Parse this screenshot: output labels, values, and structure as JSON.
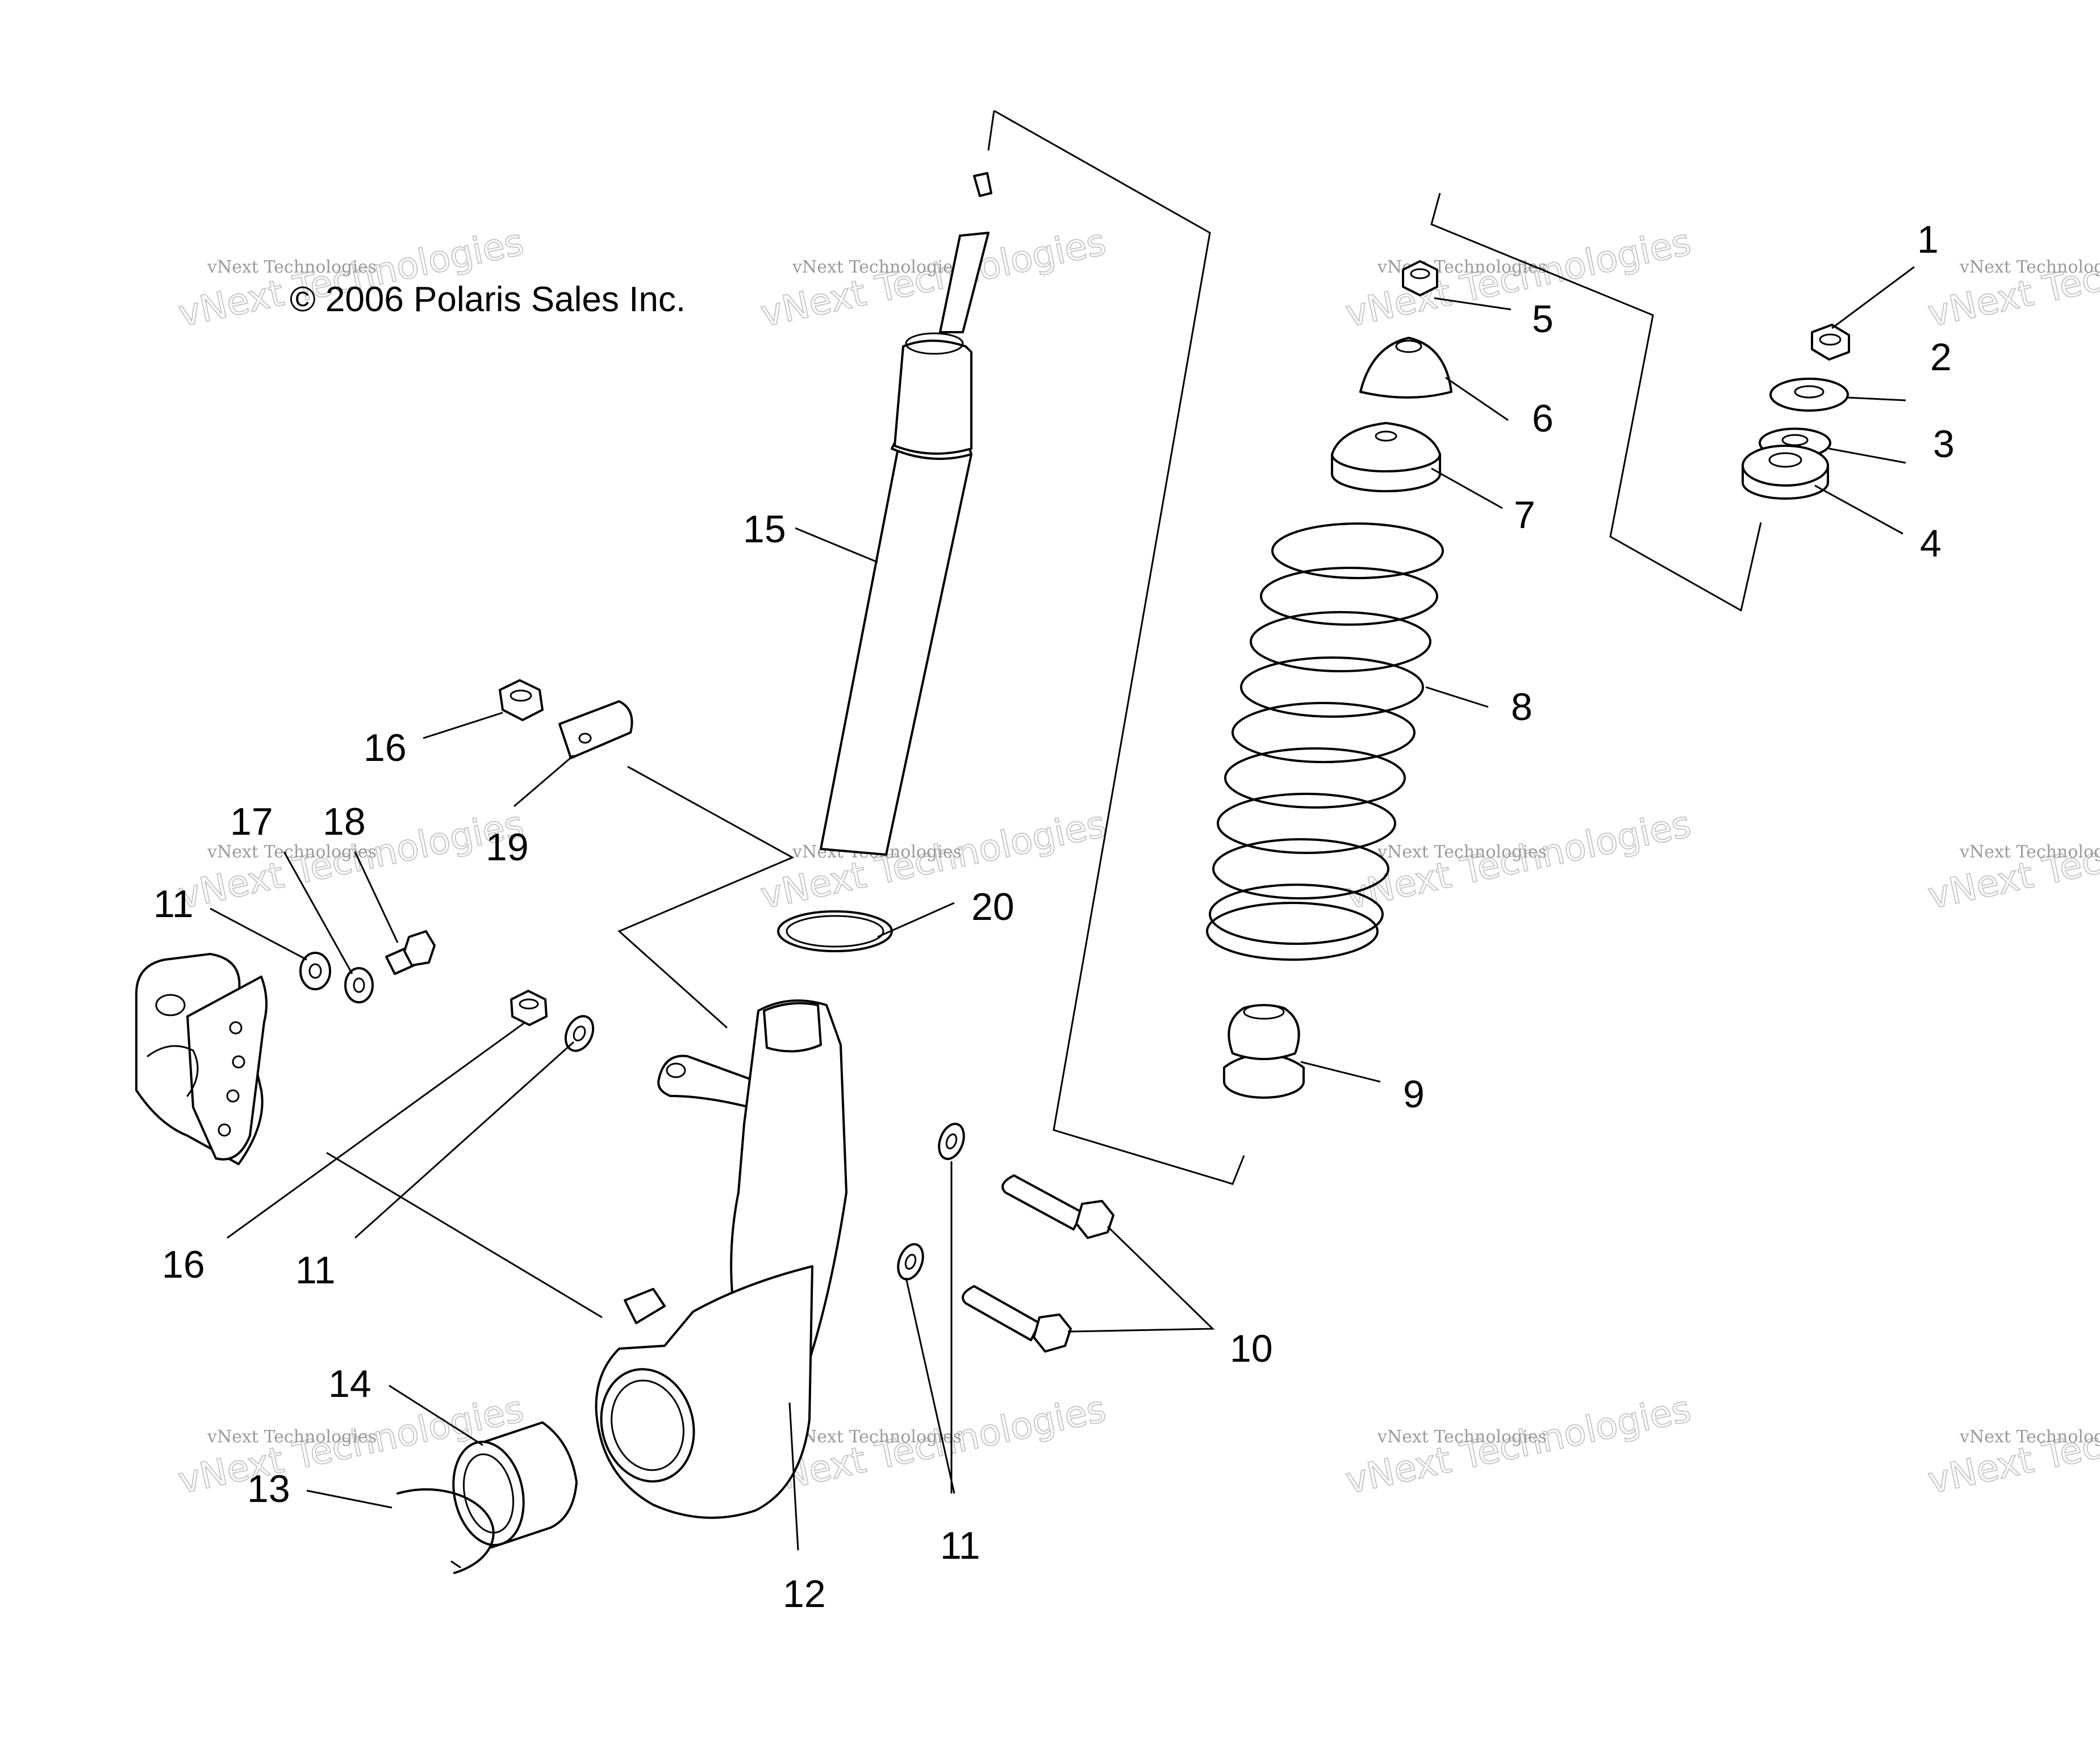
{
  "copyright": "© 2006 Polaris Sales Inc.",
  "watermark": {
    "small": "vNext Technologies",
    "big": "vNext Technologies"
  },
  "callouts": {
    "c1": "1",
    "c2": "2",
    "c3": "3",
    "c4": "4",
    "c5": "5",
    "c6": "6",
    "c7": "7",
    "c8": "8",
    "c9": "9",
    "c10": "10",
    "c11a": "11",
    "c11b": "11",
    "c11c": "11",
    "c12": "12",
    "c13": "13",
    "c14": "14",
    "c15": "15",
    "c16a": "16",
    "c16b": "16",
    "c17": "17",
    "c18": "18",
    "c19": "19",
    "c20": "20"
  }
}
